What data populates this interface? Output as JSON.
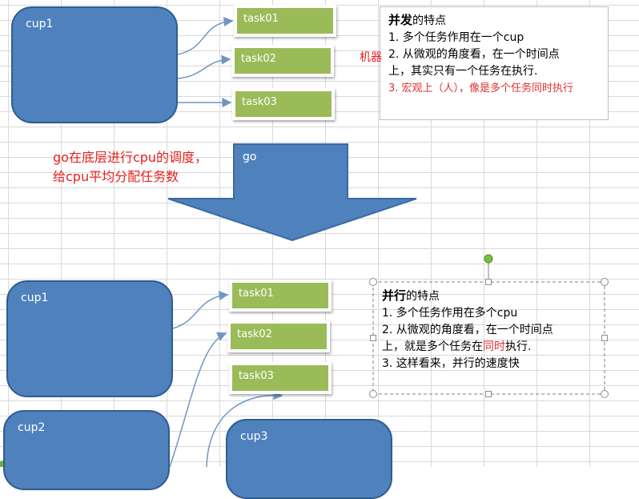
{
  "top": {
    "cpu_label": "cup1",
    "tasks": [
      "task01",
      "task02",
      "task03"
    ],
    "note": {
      "title_bold": "并发",
      "title_rest": "的特点",
      "line1": "1. 多个任务作用在一个cup",
      "line2a": "2. 从微观的角度看，在一个时间点",
      "line2b": "上，其实只有一个任务在执行.",
      "line3": "3. 宏观上（人），像是多个任务同时执行"
    },
    "side_label": "机器"
  },
  "middle": {
    "annotation_line1": "go在底层进行cpu的调度，",
    "annotation_line2": "给cpu平均分配任务数",
    "arrow_label": "go"
  },
  "bottom": {
    "cpu_labels": [
      "cup1",
      "cup2",
      "cup3"
    ],
    "tasks": [
      "task01",
      "task02",
      "task03"
    ],
    "note": {
      "title_bold": "并行",
      "title_rest": "的特点",
      "line1": "1. 多个任务作用在多个cpu",
      "line2a": "2. 从微观的角度看，在一个时间点",
      "line2b_pre": "上，就是多个任务在",
      "line2b_red": "同时",
      "line2b_post": "执行.",
      "line3": "3. 这样看来，并行的速度快"
    }
  },
  "colors": {
    "cpu_fill": "#4f81bd",
    "task_fill": "#9bbb59",
    "annotation_red": "#e81e1e",
    "connector": "#6f95c4"
  }
}
